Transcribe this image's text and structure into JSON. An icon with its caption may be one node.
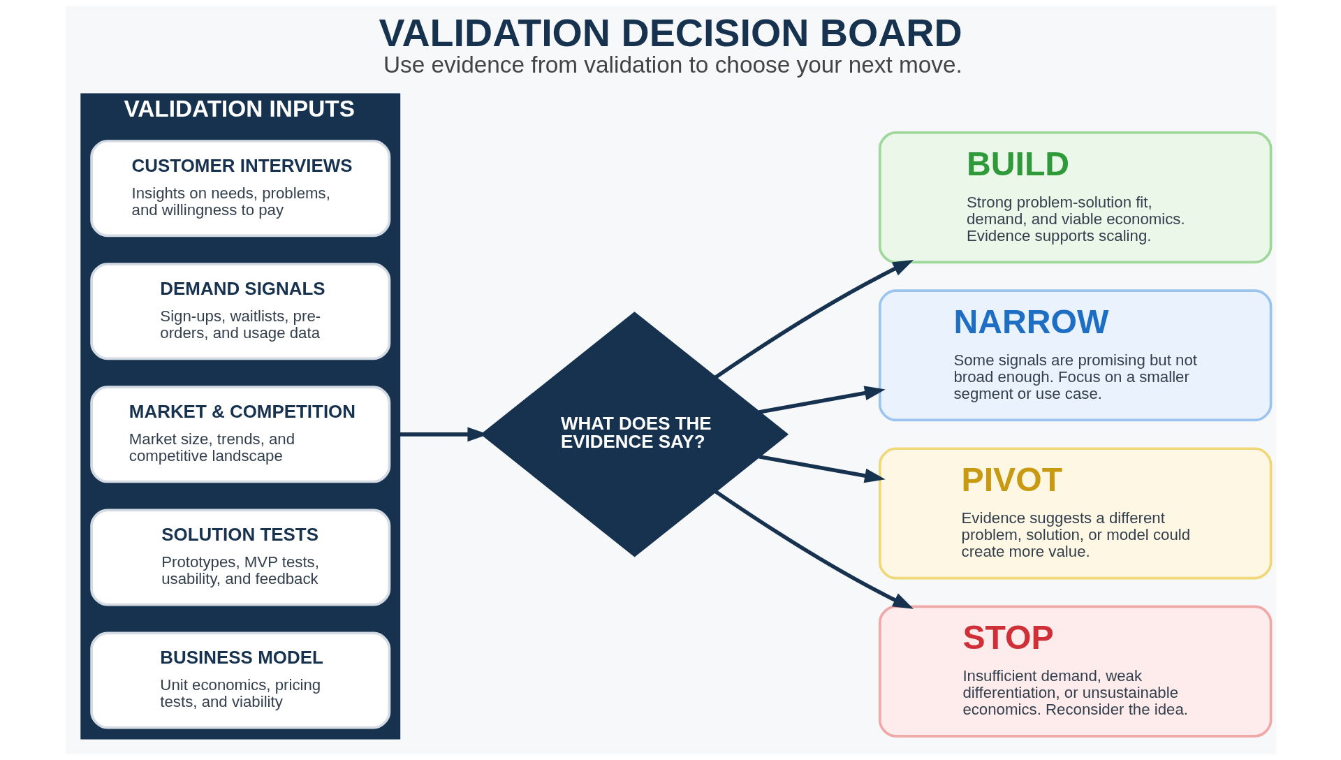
{
  "diagram": {
    "title": "VALIDATION DECISION BOARD",
    "caption": "Use evidence from validation to choose your next move.",
    "nodes": [
      {
        "text": [
          "VALIDATION INPUTS"
        ]
      },
      {
        "text": [
          "CUSTOMER INTERVIEWS",
          "Insights on needs, problems, and willingness to pay"
        ],
        "in": 0
      },
      {
        "text": [
          "DEMAND SIGNALS",
          "Sign-ups, waitlists, pre-orders, and usage data"
        ],
        "in": 0
      },
      {
        "text": [
          "MARKET & COMPETITION",
          "Market size, trends, and competitive landscape"
        ],
        "in": 0
      },
      {
        "text": [
          "SOLUTION TESTS",
          "Prototypes, MVP tests, usability, and feedback"
        ],
        "in": 0
      },
      {
        "text": [
          "BUSINESS MODEL",
          "Unit economics, pricing tests, and viability"
        ],
        "in": 0
      },
      {
        "text": [
          "WHAT DOES THE EVIDENCE SAY?"
        ]
      },
      {
        "text": [
          "BUILD",
          "Strong problem-solution fit, demand, and viable economics. Evidence supports scaling."
        ]
      },
      {
        "text": [
          "NARROW",
          "Some signals are promising but not broad enough. Focus on a smaller segment or use case."
        ]
      },
      {
        "text": [
          "PIVOT",
          "Evidence suggests a different problem, solution, or model could create more value."
        ]
      },
      {
        "text": [
          "STOP",
          "Insufficient demand, weak differentiation, or unsustainable economics. Reconsider the idea."
        ]
      }
    ],
    "edges": [
      {
        "from": 0,
        "to": 6,
        "arrow": "to"
      },
      {
        "from": 6,
        "to": 7,
        "arrow": "to"
      },
      {
        "from": 6,
        "to": 8,
        "arrow": "to"
      },
      {
        "from": 6,
        "to": 9,
        "arrow": "to"
      },
      {
        "from": 6,
        "to": 10,
        "arrow": "to"
      }
    ]
  }
}
